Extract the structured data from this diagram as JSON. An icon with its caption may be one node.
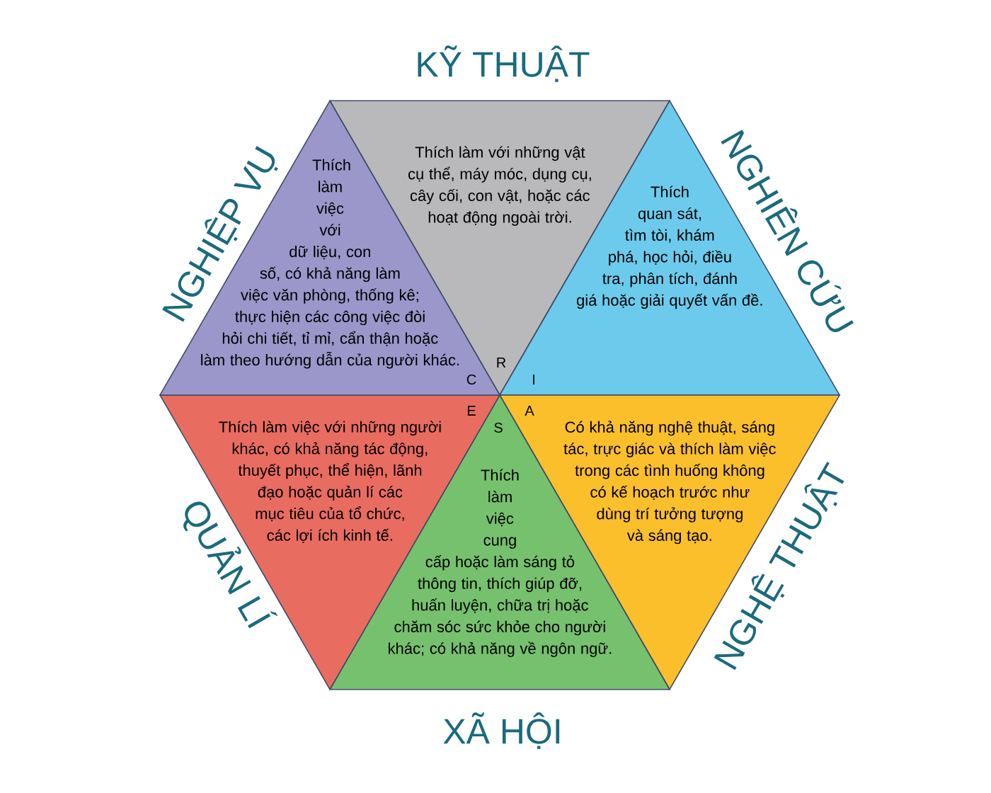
{
  "diagram": {
    "nodes": [
      {
        "text": [
          "KỸ THUẬT",
          "Thích làm với những vật cụ thể, máy móc, dụng cụ, cây cối, con vật, hoặc các hoạt động ngoài trời.",
          "R"
        ]
      },
      {
        "text": [
          "NGHIÊN CỨU",
          "Thích quan sát, tìm tòi, khám phá, học hỏi, điều tra, phân tích, đánh giá hoặc giải quyết vấn đề.",
          "I"
        ]
      },
      {
        "text": [
          "A",
          "Có khả năng nghệ thuật, sáng tác, trực giác và thích làm việc trong các tình huống không có kế hoạch trước như dùng trí tưởng tượng và sáng tạo.",
          "NGHỆ THUẬT"
        ]
      },
      {
        "text": [
          "S",
          "Thích làm việc cung cấp hoặc làm sáng tỏ thông tin, thích giúp đỡ, huấn luyện, chữa trị hoặc chăm sóc sức khỏe cho người khác; có khả năng về ngôn ngữ.",
          "XÃ HỘI"
        ]
      },
      {
        "text": [
          "E",
          "Thích làm việc với những người khác, có khả năng tác động, thuyết phục, thể hiện, lãnh đạo hoặc quản lí các mục tiêu của tổ chức, các lợi ích kinh tế.",
          "QUẢN LÍ"
        ]
      },
      {
        "text": [
          "NGHIỆP VỤ",
          "Thích làm việc với dữ liệu, con số, có khả năng làm việc văn phòng, thống kê; thực hiện các công việc đòi hỏi chi tiết, tỉ mỉ, cẩn thận hoặc làm theo hướng dẫn của người khác.",
          "C"
        ]
      }
    ]
  }
}
